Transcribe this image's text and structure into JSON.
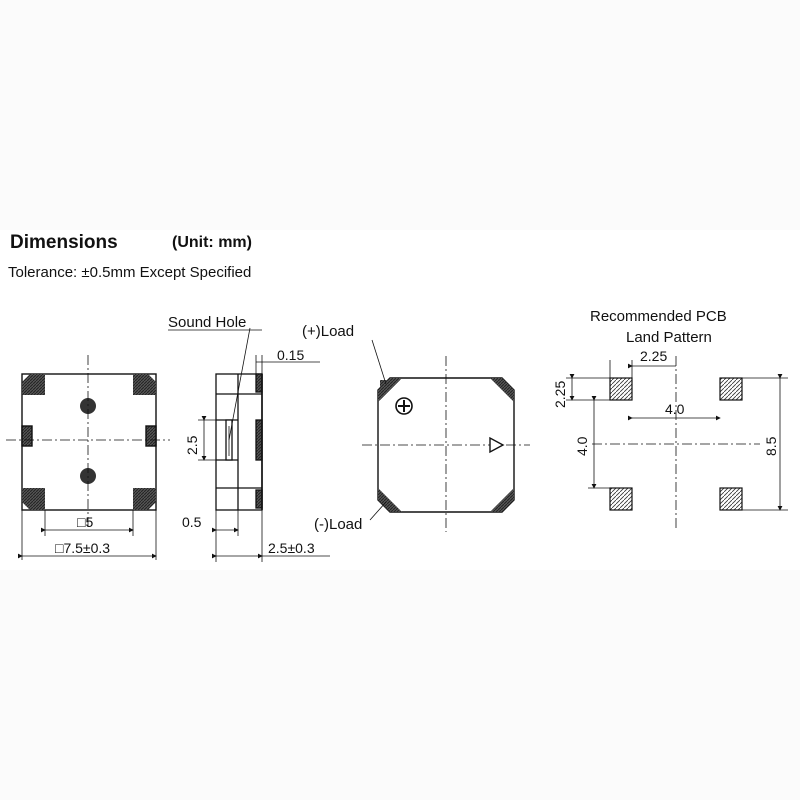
{
  "header": {
    "title": "Dimensions",
    "unit": "(Unit: mm)",
    "tolerance": "Tolerance: ±0.5mm Except Specified"
  },
  "top_view": {
    "inner_dim": "□5",
    "outer_dim": "□7.5±0.3"
  },
  "side_view": {
    "sound_hole": "Sound Hole",
    "dim_015": "0.15",
    "dim_25": "2.5",
    "dim_05": "0.5",
    "dim_height": "2.5±0.3"
  },
  "terminal_view": {
    "plus_load": "(+)Load",
    "minus_load": "(-)Load"
  },
  "pcb": {
    "title_line1": "Recommended PCB",
    "title_line2": "Land Pattern",
    "dim_pad": "2.25",
    "dim_pad_side": "2.25",
    "dim_h_pitch": "4.0",
    "dim_v_pitch": "4.0",
    "dim_total": "8.5"
  }
}
